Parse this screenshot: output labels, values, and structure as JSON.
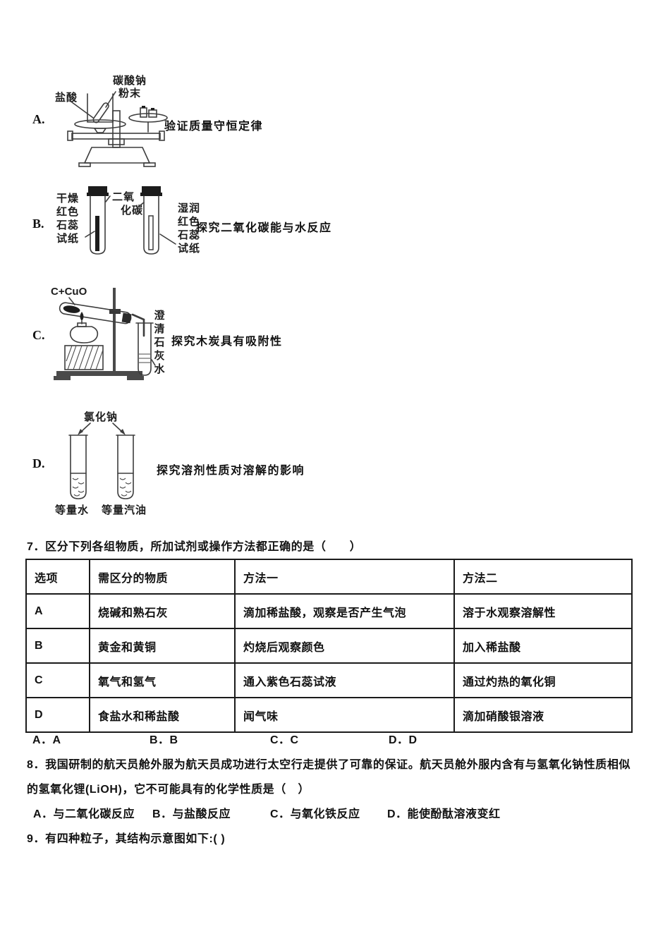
{
  "options": {
    "A": {
      "letter": "A.",
      "caption": "验证质量守恒定律",
      "labels": {
        "acid": "盐酸",
        "powder_l1": "碳酸钠",
        "powder_l2": "粉末"
      }
    },
    "B": {
      "letter": "B.",
      "caption": "探究二氧化碳能与水反应",
      "labels": {
        "left": [
          "干燥",
          "红色",
          "石蕊",
          "试纸"
        ],
        "mid": [
          "二氧",
          "化碳"
        ],
        "right": [
          "湿润",
          "红色",
          "石蕊",
          "试纸"
        ]
      }
    },
    "C": {
      "letter": "C.",
      "caption": "探究木炭具有吸附性",
      "labels": {
        "reactant": "C+CuO",
        "limewater": [
          "澄",
          "清",
          "石",
          "灰",
          "水"
        ]
      }
    },
    "D": {
      "letter": "D.",
      "caption": "探究溶剂性质对溶解的影响",
      "labels": {
        "solute": "氯化钠",
        "tube_left": "等量水",
        "tube_right": "等量汽油"
      }
    }
  },
  "q7": {
    "text": "7．区分下列各组物质，所加试剂或操作方法都正确的是（　　）",
    "table": {
      "headers": [
        "选项",
        "需区分的物质",
        "方法一",
        "方法二"
      ],
      "rows": [
        {
          "opt": "A",
          "substances": "烧碱和熟石灰",
          "method1": "滴加稀盐酸，观察是否产生气泡",
          "method2": "溶于水观察溶解性"
        },
        {
          "opt": "B",
          "substances": "黄金和黄铜",
          "method1": "灼烧后观察颜色",
          "method2": "加入稀盐酸"
        },
        {
          "opt": "C",
          "substances": "氧气和氢气",
          "method1": "通入紫色石蕊试液",
          "method2": "通过灼热的氧化铜"
        },
        {
          "opt": "D",
          "substances": "食盐水和稀盐酸",
          "method1": "闻气味",
          "method2": "滴加硝酸银溶液"
        }
      ]
    },
    "answers": [
      "A．A",
      "B．B",
      "C．C",
      "D．D"
    ]
  },
  "q8": {
    "line1": "8．我国研制的航天员舱外服为航天员成功进行太空行走提供了可靠的保证。航天员舱外服内含有与氢氧化钠性质相似",
    "line2": "的氢氧化锂(LiOH)，它不可能具有的化学性质是（　）",
    "choices": [
      "A．与二氧化碳反应",
      "B．与盐酸反应",
      "C．与氧化铁反应",
      "D．能使酚酞溶液变红"
    ]
  },
  "q9": {
    "text": "9．有四种粒子，其结构示意图如下:( )"
  }
}
